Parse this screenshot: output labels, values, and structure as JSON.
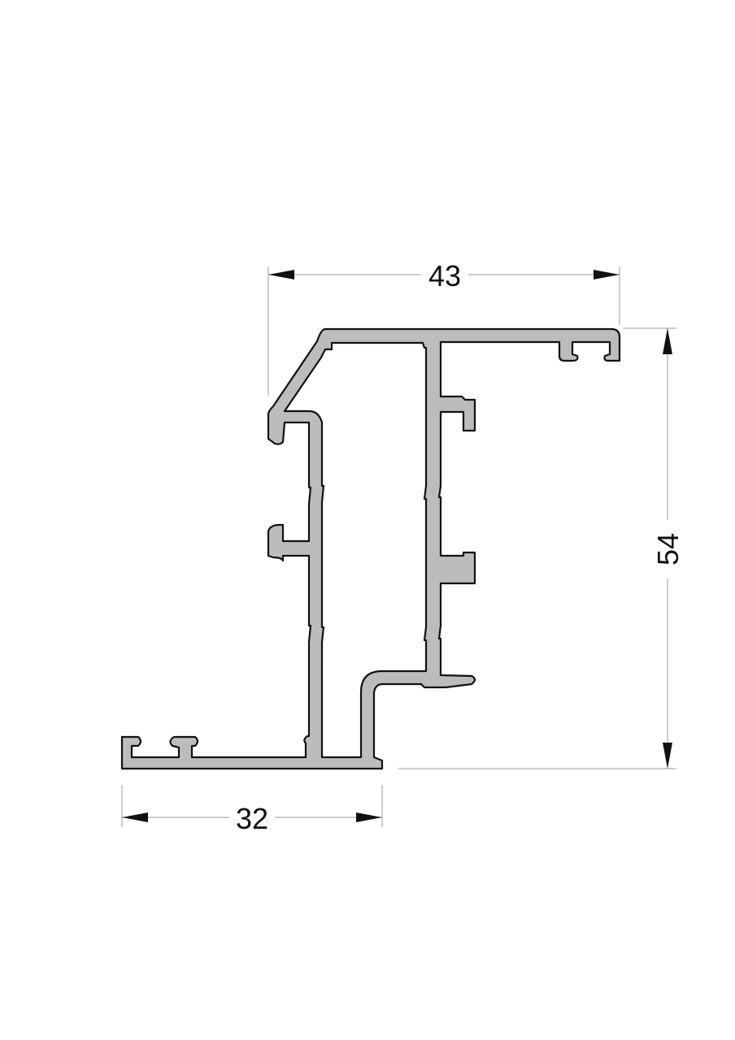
{
  "drawing": {
    "type": "aluminium extrusion profile cross-section",
    "fill_color": "#bcbcbc",
    "outline_color": "#111111",
    "dimension_line_color": "#9a9a9a"
  },
  "dimensions": {
    "top_width": "43",
    "bottom_width": "32",
    "height": "54"
  }
}
